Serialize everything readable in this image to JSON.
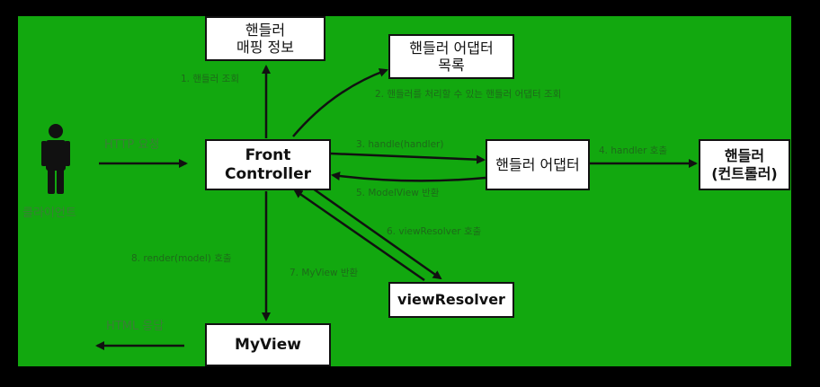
{
  "colors": {
    "background": "#000000",
    "panel": "#12a80f",
    "box_fill": "#ffffff",
    "stroke": "#111111",
    "label": "#1e6a1a"
  },
  "nodes": {
    "handler_mapping": {
      "line1": "핸들러",
      "line2": "매핑 정보"
    },
    "adapter_list": {
      "line1": "핸들러 어댑터",
      "line2": "목록"
    },
    "front_controller": {
      "line1": "Front",
      "line2": "Controller"
    },
    "handler_adapter": {
      "label": "핸들러 어댑터"
    },
    "handler": {
      "line1": "핸들러",
      "line2": "(컨트롤러)"
    },
    "view_resolver": {
      "label": "viewResolver"
    },
    "my_view": {
      "label": "MyView"
    },
    "client": {
      "label": "클라이언트"
    }
  },
  "edges": {
    "http_request": "HTTP 요청",
    "step1": "1. 핸들러 조회",
    "step2": "2. 핸들러를 처리할 수 있는 핸들러 어댑터 조회",
    "step3": "3. handle(handler)",
    "step4": "4. handler 호출",
    "step5": "5. ModelView 반환",
    "step6": "6. viewResolver 호출",
    "step7": "7. MyView 반환",
    "step8": "8. render(model) 호출",
    "html_response": "HTML 응답"
  }
}
